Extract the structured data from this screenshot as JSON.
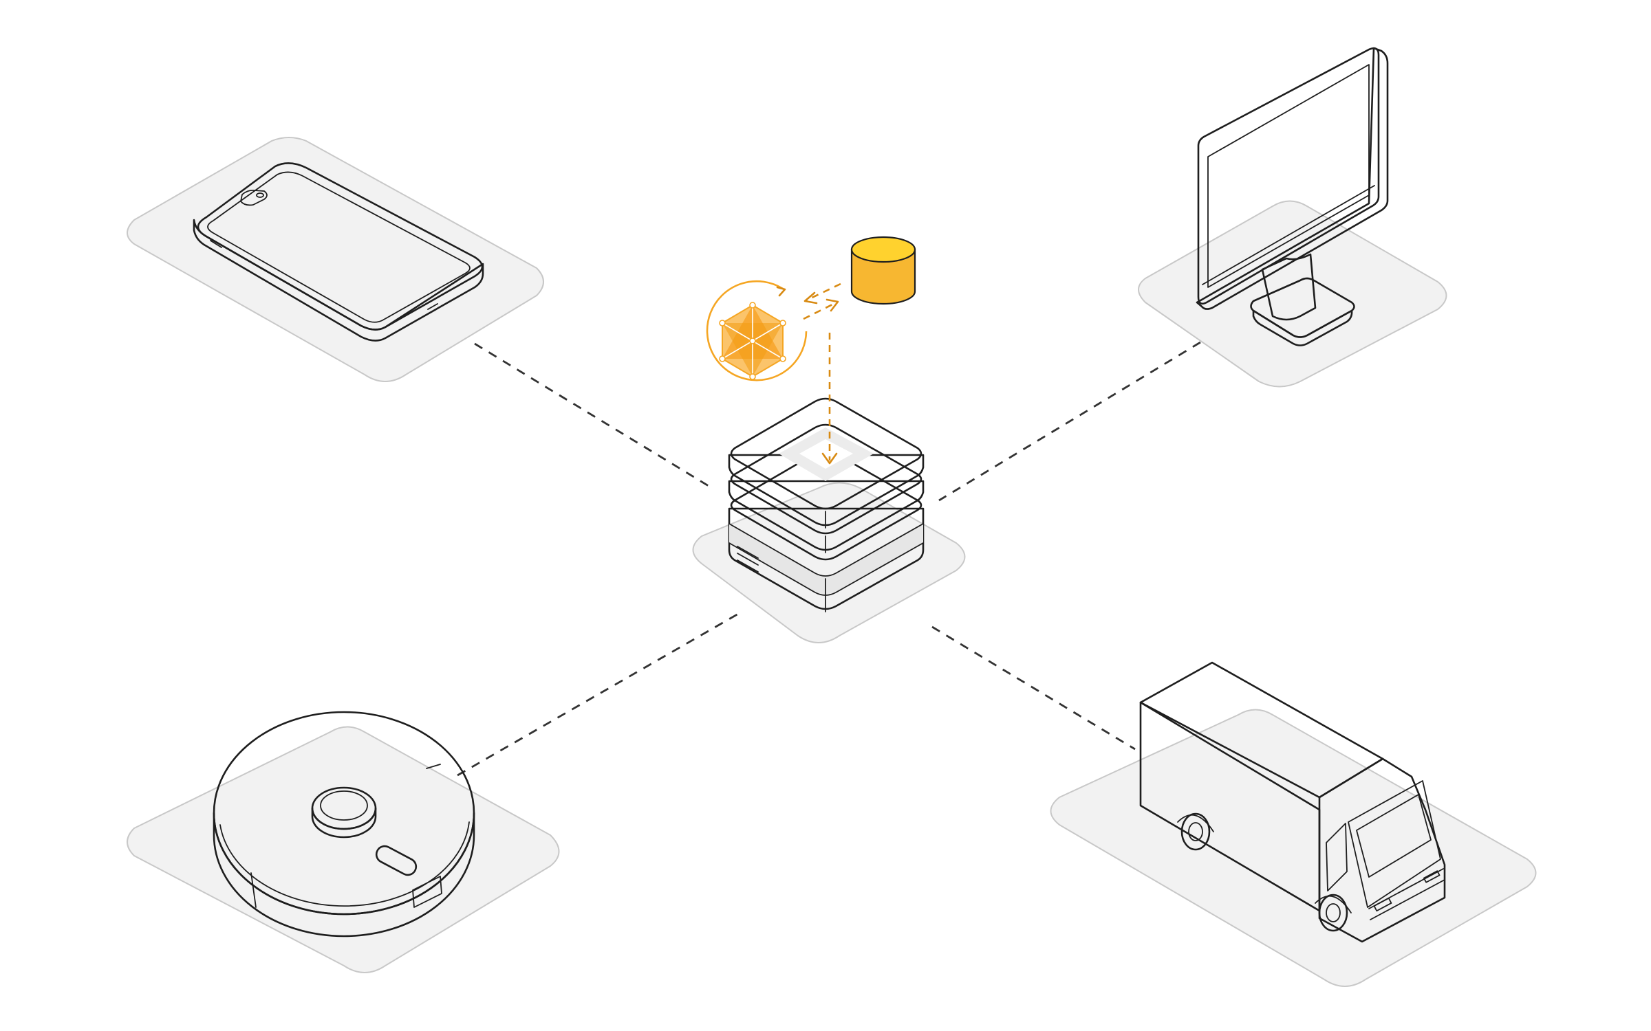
{
  "colors": {
    "background": "#ffffff",
    "pad_fill": "#f2f2f2",
    "pad_stroke": "#c8c8c8",
    "device_fill": "#ffffff",
    "device_stroke": "#1e1e1e",
    "connector": "#333333",
    "accent_orange": "#f5a623",
    "accent_orange_dark": "#d88a12",
    "accent_yellow": "#ffd22e",
    "accent_yellow_side": "#f7b731"
  },
  "nodes": [
    {
      "id": "hub",
      "icon": "server-stack-icon"
    },
    {
      "id": "phone",
      "icon": "smartphone-icon"
    },
    {
      "id": "monitor",
      "icon": "monitor-icon"
    },
    {
      "id": "robot-vacuum",
      "icon": "robot-vacuum-icon"
    },
    {
      "id": "truck",
      "icon": "delivery-truck-icon"
    },
    {
      "id": "model",
      "icon": "ai-model-icon"
    },
    {
      "id": "database",
      "icon": "database-icon"
    }
  ],
  "edges": [
    {
      "from": "phone",
      "to": "hub",
      "style": "dashed"
    },
    {
      "from": "monitor",
      "to": "hub",
      "style": "dashed"
    },
    {
      "from": "robot-vacuum",
      "to": "hub",
      "style": "dashed"
    },
    {
      "from": "truck",
      "to": "hub",
      "style": "dashed"
    },
    {
      "from": "database",
      "to": "model",
      "style": "dashed-arrow"
    },
    {
      "from": "model",
      "to": "database",
      "style": "dashed-arrow"
    },
    {
      "from": "model",
      "to": "hub",
      "style": "dashed-arrow"
    }
  ]
}
